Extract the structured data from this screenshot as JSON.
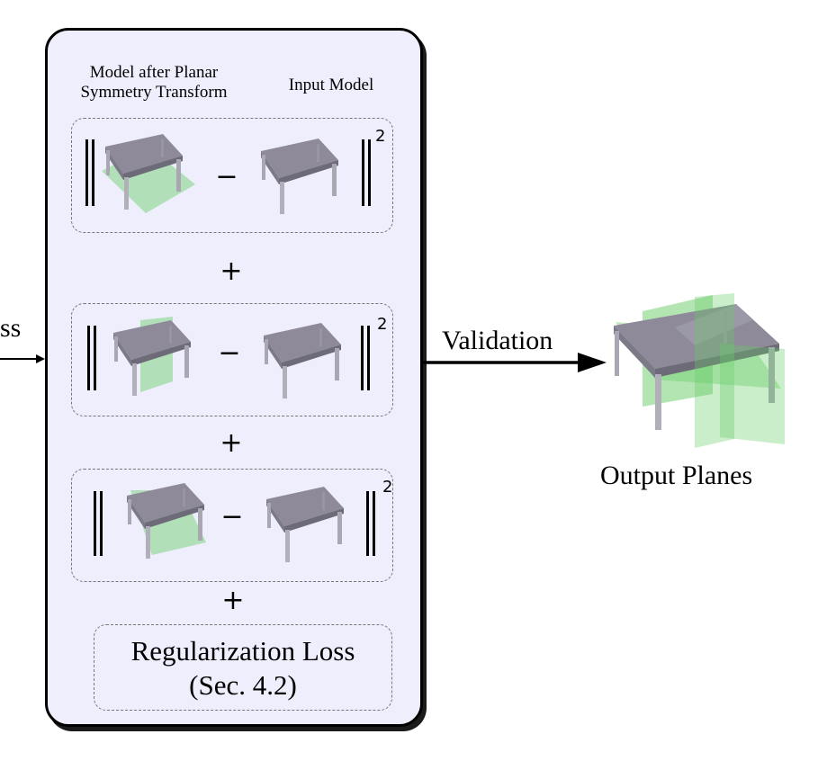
{
  "left_label": "ss",
  "header": {
    "transformed_label": "Model after Planar Symmetry Transform",
    "input_label": "Input Model"
  },
  "terms": [
    {
      "exponent": "2",
      "operator": "−"
    },
    {
      "exponent": "2",
      "operator": "−"
    },
    {
      "exponent": "2",
      "operator": "−"
    }
  ],
  "plus": "+",
  "regularization": {
    "line1": "Regularization Loss",
    "line2": "(Sec. 4.2)"
  },
  "validation_label": "Validation",
  "output_label": "Output Planes",
  "colors": {
    "panel_fill": "#efeefc",
    "plane_green": "#66cc66",
    "table_top": "#8e8a99",
    "table_leg": "#a9a8b2"
  }
}
